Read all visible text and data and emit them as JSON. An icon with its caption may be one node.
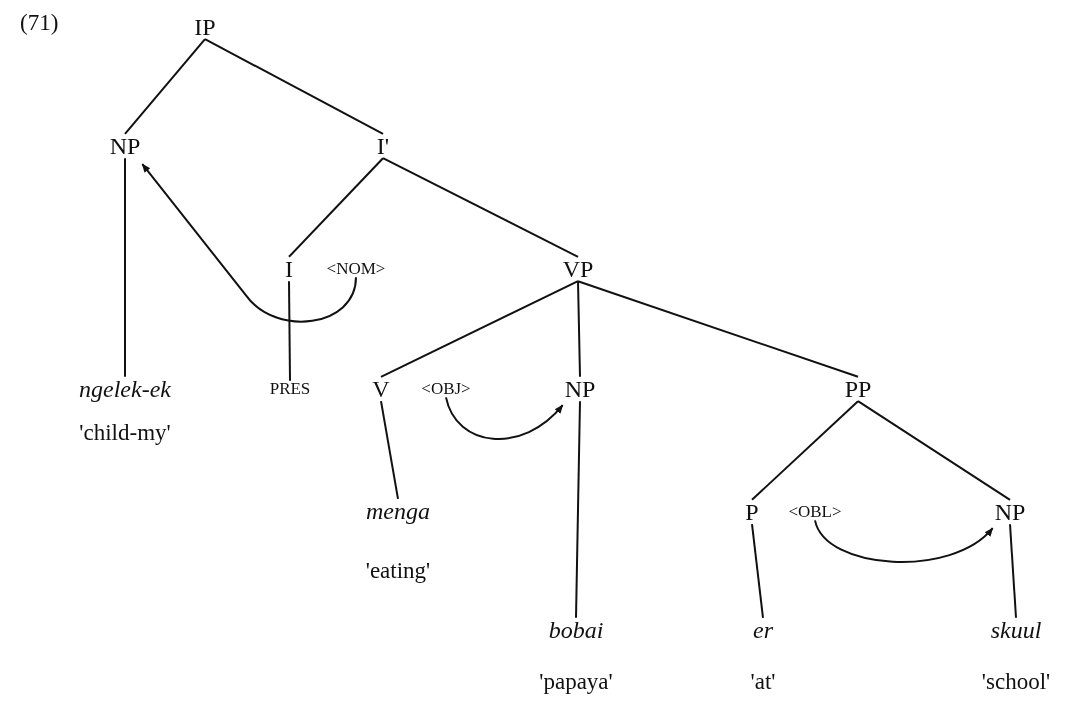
{
  "diagram": {
    "nodes": [
      {
        "text": [
          "IP"
        ]
      },
      {
        "text": [
          "NP"
        ]
      },
      {
        "text": [
          "I'"
        ]
      },
      {
        "text": [
          "I"
        ]
      },
      {
        "text": [
          "<NOM>"
        ]
      },
      {
        "text": [
          "VP"
        ]
      },
      {
        "text": [
          "ngelek-ek"
        ],
        "beside": [
          "'child-my'"
        ]
      },
      {
        "text": [
          "PRES"
        ]
      },
      {
        "text": [
          "V"
        ]
      },
      {
        "text": [
          "<OBJ>"
        ]
      },
      {
        "text": [
          "NP"
        ]
      },
      {
        "text": [
          "PP"
        ]
      },
      {
        "text": [
          "menga"
        ],
        "beside": [
          "'eating'"
        ]
      },
      {
        "text": [
          "P"
        ]
      },
      {
        "text": [
          "<OBL>"
        ]
      },
      {
        "text": [
          "NP"
        ]
      },
      {
        "text": [
          "bobai"
        ],
        "beside": [
          "'papaya'"
        ]
      },
      {
        "text": [
          "er"
        ],
        "beside": [
          "'at'"
        ]
      },
      {
        "text": [
          "skuul"
        ],
        "beside": [
          "'school'"
        ]
      }
    ],
    "edges": [
      {
        "from": 0,
        "to": 1,
        "arrow": "none"
      },
      {
        "from": 0,
        "to": 2,
        "arrow": "none"
      },
      {
        "from": 1,
        "to": 6,
        "arrow": "none"
      },
      {
        "from": 2,
        "to": 3,
        "arrow": "none"
      },
      {
        "from": 2,
        "to": 5,
        "arrow": "none"
      },
      {
        "from": 3,
        "to": 7,
        "arrow": "none"
      },
      {
        "from": 5,
        "to": 8,
        "arrow": "none"
      },
      {
        "from": 5,
        "to": 10,
        "arrow": "none"
      },
      {
        "from": 5,
        "to": 11,
        "arrow": "none"
      },
      {
        "from": 8,
        "to": 12,
        "arrow": "none"
      },
      {
        "from": 10,
        "to": 16,
        "arrow": "none"
      },
      {
        "from": 11,
        "to": 13,
        "arrow": "none"
      },
      {
        "from": 11,
        "to": 15,
        "arrow": "none"
      },
      {
        "from": 13,
        "to": 17,
        "arrow": "none"
      },
      {
        "from": 15,
        "to": 18,
        "arrow": "none"
      },
      {
        "from": 4,
        "to": 1,
        "arrow": "to"
      },
      {
        "from": 9,
        "to": 10,
        "arrow": "to"
      },
      {
        "from": 14,
        "to": 15,
        "arrow": "to"
      }
    ],
    "labels": [
      "(71)"
    ]
  }
}
